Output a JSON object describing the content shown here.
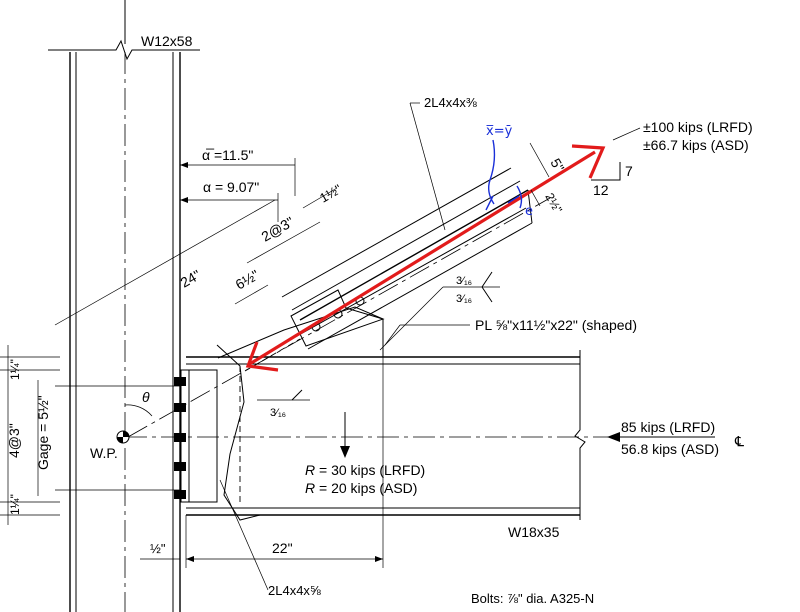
{
  "labels": {
    "column_section": "W12x58",
    "beam_section": "W18x35",
    "brace_angle": "2L4x4x⅜",
    "clip_angle": "2L4x4x⅝",
    "gusset_plate": "PL ⅝\"x11½\"x22\" (shaped)",
    "work_point": "W.P.",
    "bolts_note": "Bolts: ⅞\" dia. A325-N",
    "centerline_symbol": "℄",
    "theta": "θ"
  },
  "brace_force": {
    "lrfd": "±100 kips (LRFD)",
    "asd": "±66.7 kips  (ASD)",
    "slope_rise": "7",
    "slope_run": "12"
  },
  "beam_axial": {
    "lrfd": "85 kips (LRFD)",
    "asd": "56.8 kips (ASD)"
  },
  "beam_reaction": {
    "r_symbol": "R",
    "lrfd_text": " = 30 kips (LRFD)",
    "asd_text": " = 20 kips (ASD)"
  },
  "dimensions": {
    "alpha_bar": "α̅ =11.5\"",
    "alpha": "α = 9.07\"",
    "bolt_spacing": "2@3\"",
    "edge_1_5": "1½\"",
    "dist_24": "24\"",
    "dist_6_5": "6½\"",
    "dist_5": "5\"",
    "dist_2_5": "2½\"",
    "weld_3_16": "3⁄₁₆",
    "gage": "Gage = 5½\"",
    "bolt_rows": "4@3\"",
    "end_1_25_top": "1¼\"",
    "end_1_25_bot": "1¼\"",
    "setback_half": "½\"",
    "length_22": "22\""
  },
  "annotations": {
    "xbar_eq_ybar": "x̅=ȳ",
    "e_label": "e"
  },
  "colors": {
    "force_arrow": "#e21b1b",
    "handwriting": "#1a2fd8",
    "line": "#000000"
  }
}
